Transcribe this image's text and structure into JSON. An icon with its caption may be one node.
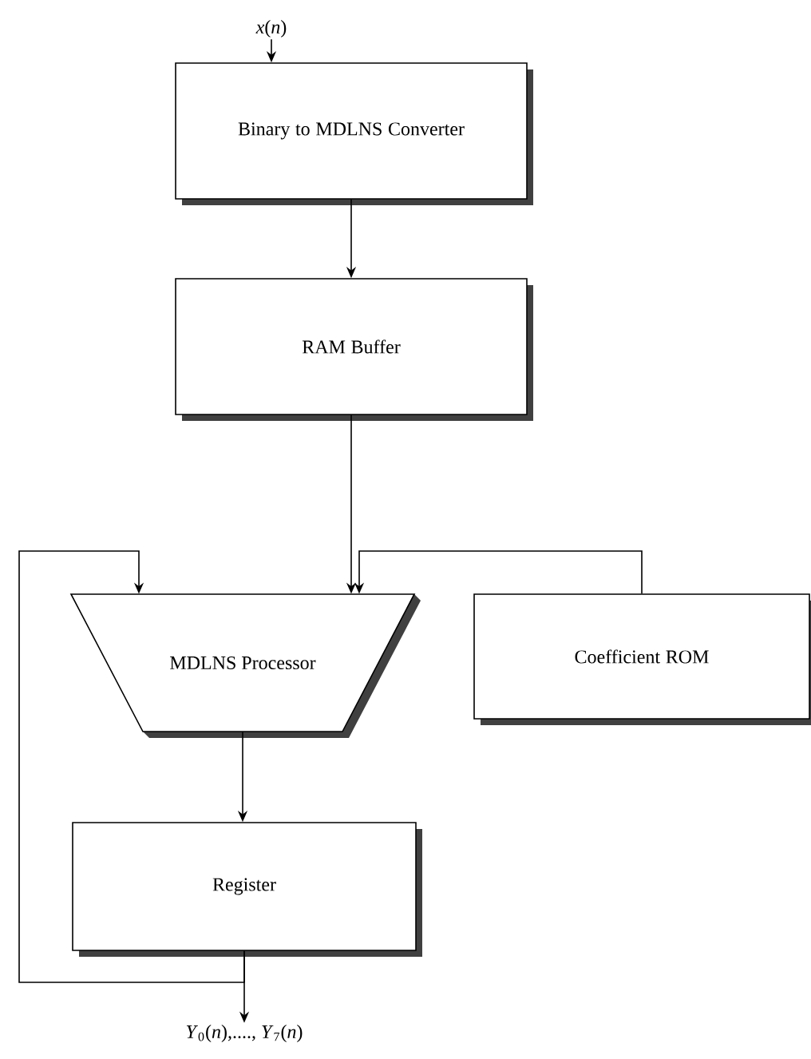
{
  "diagram": {
    "nodes": [
      {
        "text": [
          "*x*(*n*)"
        ]
      },
      {
        "text": [
          "Binary to MDLNS Converter"
        ]
      },
      {
        "text": [
          "RAM Buffer"
        ]
      },
      {
        "text": [
          "MDLNS Processor"
        ]
      },
      {
        "text": [
          "Coefficient ROM"
        ]
      },
      {
        "text": [
          "Register"
        ]
      },
      {
        "text": [
          "*Y*$_{0}$(*n*),...., *Y*$_{7}$(*n*)"
        ]
      }
    ],
    "edges": [
      {
        "from": 0,
        "to": 1,
        "arrow": "to"
      },
      {
        "from": 1,
        "to": 2,
        "arrow": "to"
      },
      {
        "from": 2,
        "to": 3,
        "arrow": "to"
      },
      {
        "from": 4,
        "to": 3,
        "arrow": "to"
      },
      {
        "from": 5,
        "to": 3,
        "arrow": "to"
      },
      {
        "from": 3,
        "to": 5,
        "arrow": "to"
      },
      {
        "from": 5,
        "to": 6,
        "arrow": "to"
      }
    ]
  }
}
